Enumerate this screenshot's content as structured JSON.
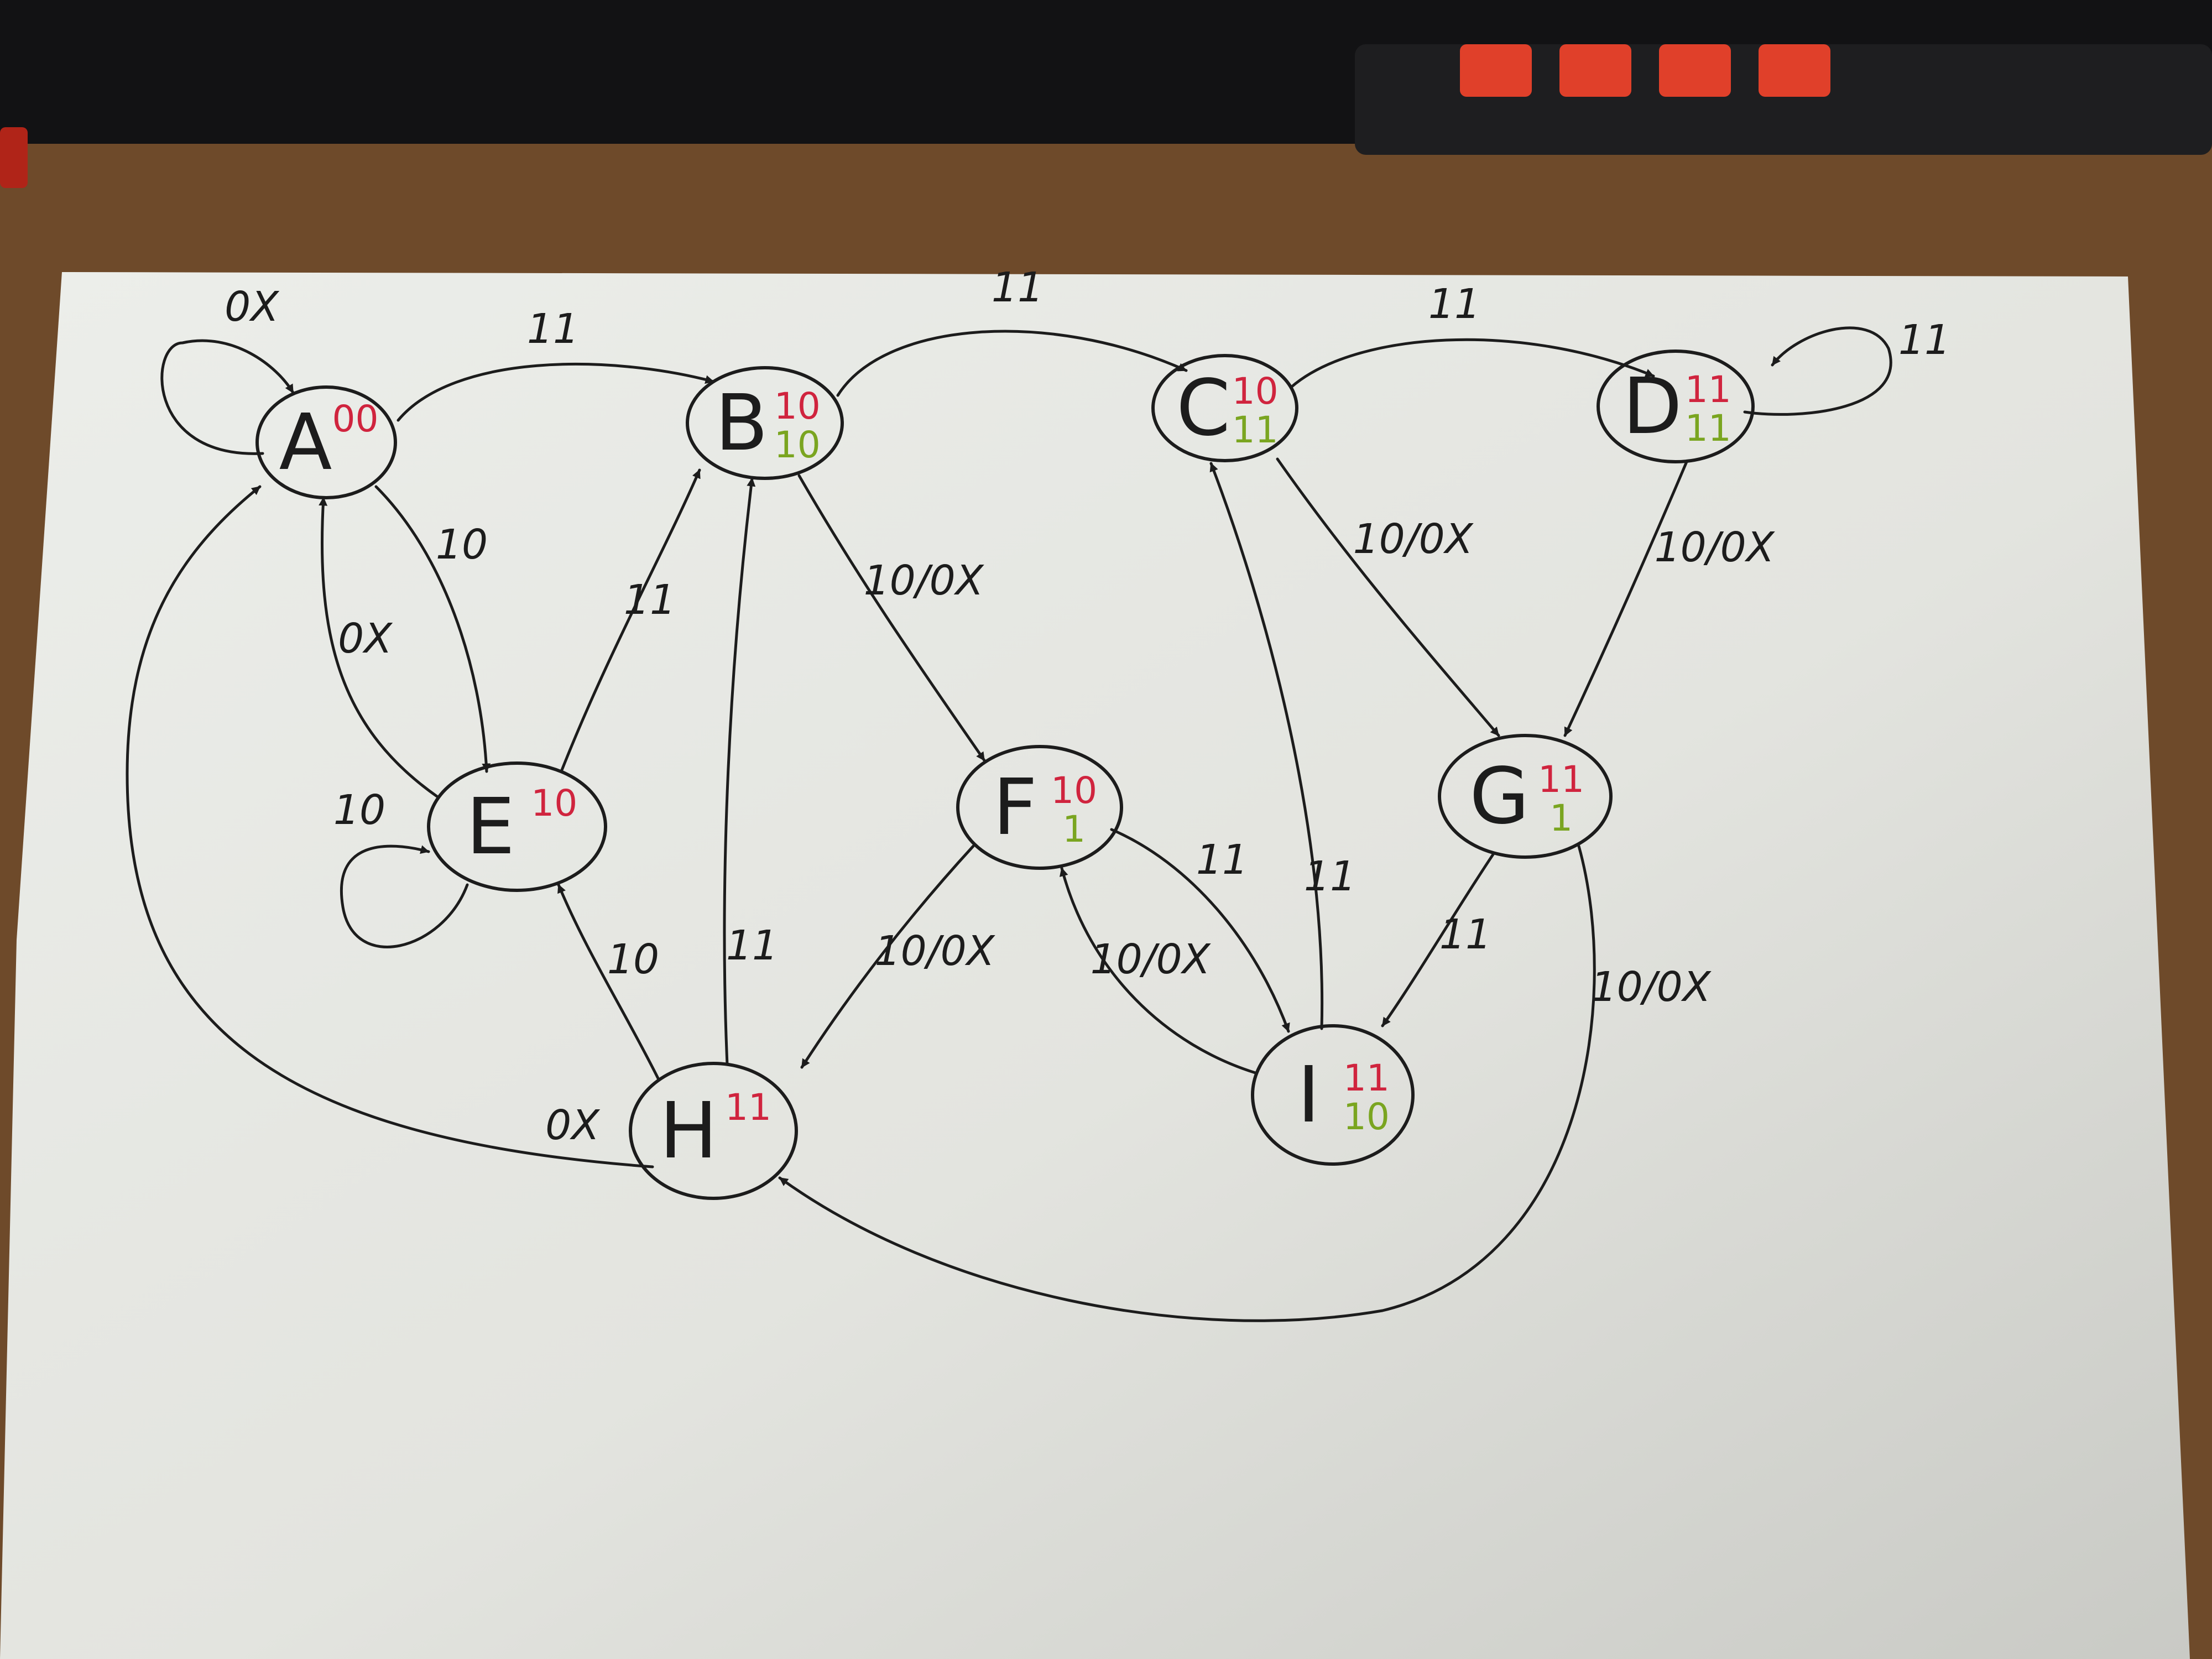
{
  "colors": {
    "output_top": "#d0243e",
    "output_bottom": "#7aa520",
    "ink": "#1c1c1c",
    "paper": "#e6e6e2",
    "desk": "#6e4a2a"
  },
  "states": [
    {
      "id": "A",
      "label": "A",
      "out_top": "00",
      "out_bottom": ""
    },
    {
      "id": "B",
      "label": "B",
      "out_top": "10",
      "out_bottom": "10"
    },
    {
      "id": "C",
      "label": "C",
      "out_top": "10",
      "out_bottom": "11"
    },
    {
      "id": "D",
      "label": "D",
      "out_top": "11",
      "out_bottom": "11"
    },
    {
      "id": "E",
      "label": "E",
      "out_top": "10",
      "out_bottom": ""
    },
    {
      "id": "F",
      "label": "F",
      "out_top": "10",
      "out_bottom": "1"
    },
    {
      "id": "G",
      "label": "G",
      "out_top": "11",
      "out_bottom": "1"
    },
    {
      "id": "H",
      "label": "H",
      "out_top": "11",
      "out_bottom": ""
    },
    {
      "id": "I",
      "label": "I",
      "out_top": "11",
      "out_bottom": "10"
    }
  ],
  "transitions": [
    {
      "from": "A",
      "to": "A",
      "label": "0X"
    },
    {
      "from": "A",
      "to": "B",
      "label": "11"
    },
    {
      "from": "A",
      "to": "E",
      "label": "10"
    },
    {
      "from": "E",
      "to": "A",
      "label": "0X"
    },
    {
      "from": "E",
      "to": "E",
      "label": "10"
    },
    {
      "from": "E",
      "to": "B",
      "label": "11"
    },
    {
      "from": "B",
      "to": "C",
      "label": "11"
    },
    {
      "from": "B",
      "to": "F",
      "label": "10/0X"
    },
    {
      "from": "C",
      "to": "D",
      "label": "11"
    },
    {
      "from": "C",
      "to": "G",
      "label": "10/0X"
    },
    {
      "from": "D",
      "to": "D",
      "label": "11"
    },
    {
      "from": "D",
      "to": "G",
      "label": "10/0X"
    },
    {
      "from": "H",
      "to": "E",
      "label": "10"
    },
    {
      "from": "H",
      "to": "B",
      "label": "11"
    },
    {
      "from": "H",
      "to": "A",
      "label": "0X"
    },
    {
      "from": "F",
      "to": "H",
      "label": "10/0X"
    },
    {
      "from": "F",
      "to": "I",
      "label": "11"
    },
    {
      "from": "I",
      "to": "F",
      "label": "10/0X"
    },
    {
      "from": "I",
      "to": "C",
      "label": "11"
    },
    {
      "from": "G",
      "to": "I",
      "label": "11"
    },
    {
      "from": "G",
      "to": "H",
      "label": "10/0X"
    }
  ]
}
